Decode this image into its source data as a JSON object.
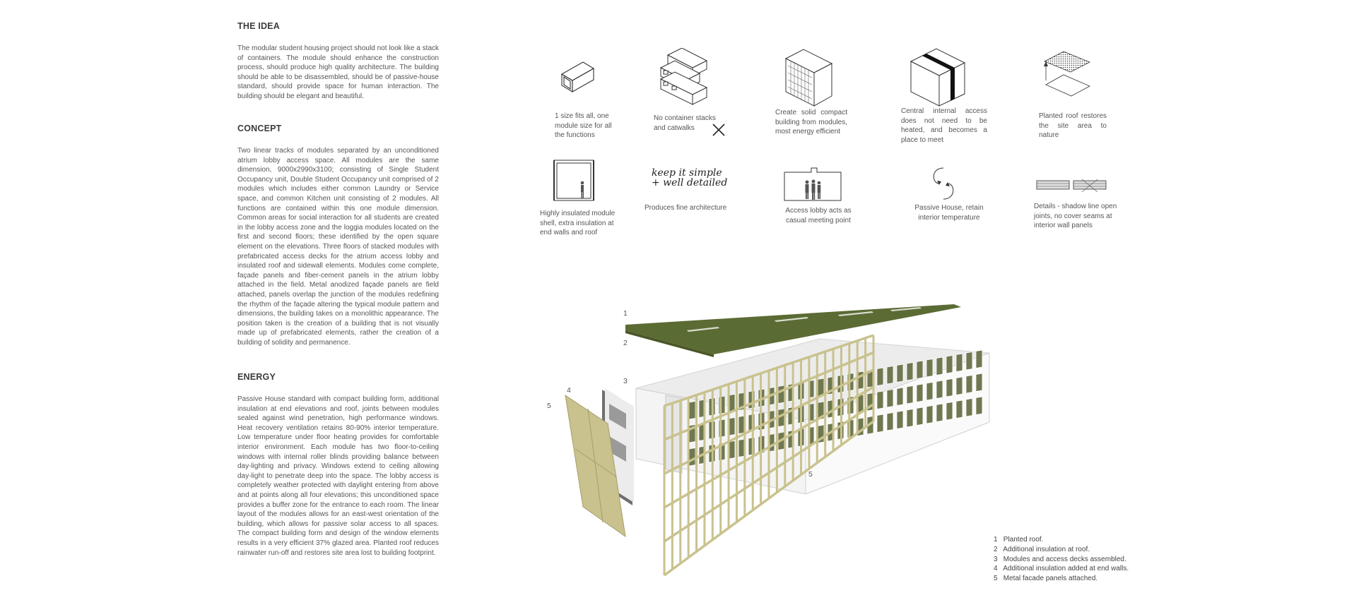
{
  "idea": {
    "heading": "THE IDEA",
    "body": "The modular student housing project should not look like a stack of containers. The module should enhance the construction process, should produce high quality architecture.  The building should be able to be disassembled, should be of passive-house standard, should provide space for human interaction. The building should be elegant and beautiful."
  },
  "concept": {
    "heading": "CONCEPT",
    "body": "Two linear tracks of modules separated by an unconditioned atrium lobby access space. All modules are the same dimension, 9000x2990x3100; consisting of Single Student Occupancy unit, Double Student Occupancy unit comprised of 2 modules which includes either common Laundry or Service space, and common Kitchen unit consisting of 2 modules. All functions are contained within this one module dimension.  Common areas for social interaction for all students are created in the lobby access zone and the loggia modules located on the first and second floors; these identified by the open square element on the elevations. Three floors of stacked modules with prefabricated access decks for the atrium access lobby and insulated roof and sidewall elements. Modules come complete,  façade panels and fiber-cement panels in the atrium lobby attached in the field.  Metal anodized façade panels are field attached, panels overlap the junction of the modules redefining the rhythm of the façade altering the typical module pattern and dimensions, the building takes on a monolithic appearance.  The position taken is the creation of a building that is not visually made up of prefabricated elements, rather the creation of a building of solidity and permanence."
  },
  "energy": {
    "heading": "ENERGY",
    "body": "Passive House standard with compact building form, additional insulation at end elevations and roof, joints between modules sealed against wind penetration, high performance windows.  Heat recovery ventilation retains 80-90% interior temperature.  Low temperature under floor heating provides for comfortable interior environment.  Each module has two floor-to-ceiling windows with internal roller blinds providing balance between day-lighting and privacy.  Windows extend to ceiling allowing day-light to penetrate deep into the space.  The lobby access is completely weather protected with daylight entering from above and at points along all four elevations; this unconditioned space provides a buffer zone for the entrance to each room.  The linear layout of the modules allows for an east-west orientation of the building, which allows for passive solar access to all spaces.  The compact building form and design of the window elements results in a very efficient 37% glazed area.  Planted roof reduces rainwater run-off and restores site area lost to building footprint."
  },
  "icons": {
    "row1": [
      {
        "icon": "single-module-icon",
        "caption": "1 size fits all, one module size for all the functions"
      },
      {
        "icon": "container-stack-icon",
        "caption": "No container stacks and catwalks"
      },
      {
        "icon": "compact-block-icon",
        "caption": "Create  solid  compact building from modules, most  energy  efficient"
      },
      {
        "icon": "central-access-icon",
        "caption": "Central internal access does not need to be heated, and becomes  a  place  to  meet"
      },
      {
        "icon": "planted-roof-icon",
        "caption": "Planted  roof  restores the site area to nature"
      }
    ],
    "row2": [
      {
        "icon": "insulated-shell-icon",
        "caption": "Highly insulated module shell, extra insulation at end walls and roof"
      },
      {
        "icon": "handwritten-motto-icon",
        "caption": "Produces fine architecture",
        "script": "keep it simple + well detailed"
      },
      {
        "icon": "lobby-people-icon",
        "caption": "Access lobby acts as casual meeting point"
      },
      {
        "icon": "temperature-cycle-icon",
        "caption": "Passive House, retain interior   temperature"
      },
      {
        "icon": "panel-joint-icon",
        "caption": "Details - shadow line open joints, no cover seams at interior wall panels"
      }
    ]
  },
  "diagram": {
    "labels": [
      "1",
      "2",
      "3",
      "4",
      "5",
      "5"
    ],
    "colors": {
      "roof": "#5b6b34",
      "panel": "#c9c28e",
      "panel_dark": "#a59e68",
      "module": "#f3f3f3",
      "window": "#6f7850"
    }
  },
  "legend": [
    {
      "num": "1",
      "text": "Planted roof."
    },
    {
      "num": "2",
      "text": "Additional insulation at roof."
    },
    {
      "num": "3",
      "text": "Modules and access decks assembled."
    },
    {
      "num": "4",
      "text": "Additional insulation added at end walls."
    },
    {
      "num": "5",
      "text": "Metal facade panels attached."
    }
  ]
}
